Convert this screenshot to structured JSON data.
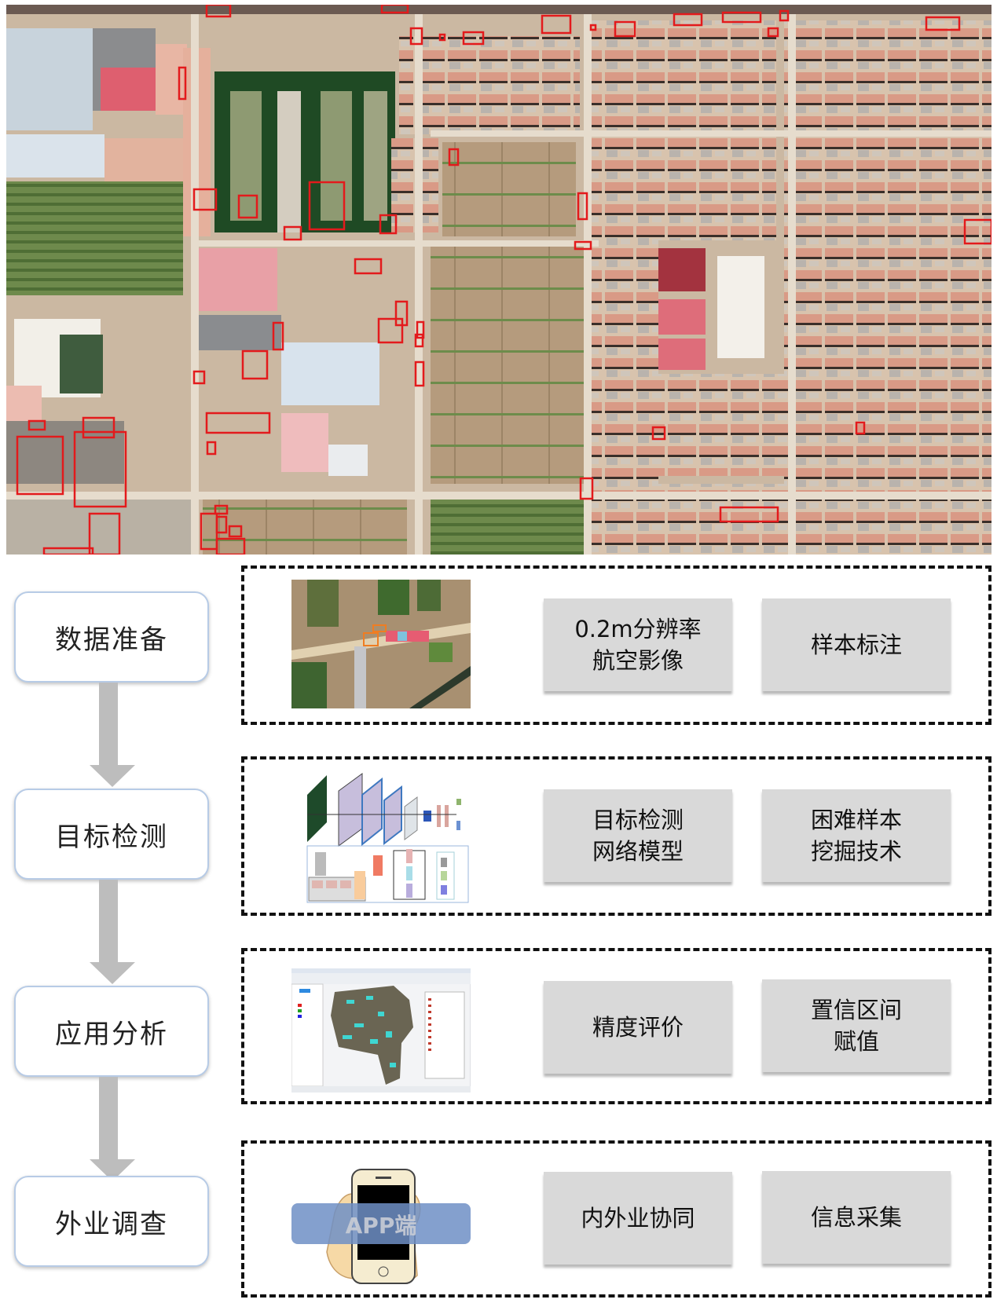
{
  "aerial_image": {
    "description": "0.2m aerial image with red detection boxes",
    "box_color": "#e31a1c"
  },
  "workflow": {
    "steps": [
      {
        "label": "数据准备"
      },
      {
        "label": "目标检测"
      },
      {
        "label": "应用分析"
      },
      {
        "label": "外业调查"
      }
    ],
    "panels": [
      {
        "thumbnail": "aerial-sample-thumbnail",
        "cards": [
          {
            "label": "0.2m分辨率\n航空影像"
          },
          {
            "label": "样本标注"
          }
        ]
      },
      {
        "thumbnail": "network-architecture-thumbnail",
        "cards": [
          {
            "label": "目标检测\n网络模型"
          },
          {
            "label": "困难样本\n挖掘技术"
          }
        ]
      },
      {
        "thumbnail": "gis-software-thumbnail",
        "cards": [
          {
            "label": "精度评价"
          },
          {
            "label": "置信区间\n赋值"
          }
        ]
      },
      {
        "thumbnail": "mobile-app-thumbnail",
        "app_label": "APP端",
        "cards": [
          {
            "label": "内外业协同"
          },
          {
            "label": "信息采集"
          }
        ]
      }
    ]
  },
  "colors": {
    "step_border": "#b7cbe6",
    "arrow": "#bdbdbd",
    "card_bg": "#d9d9d9",
    "dash": "#111111",
    "app_banner": "#6f8fc6"
  }
}
